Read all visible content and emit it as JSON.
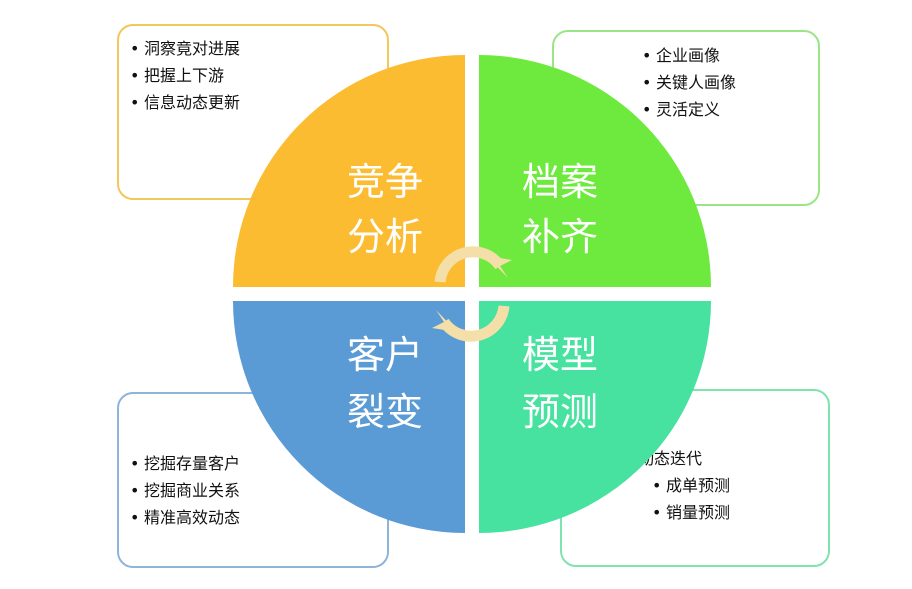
{
  "quadrants": {
    "top_left": {
      "line1": "竞争",
      "line2": "分析",
      "color": "#fbbc32"
    },
    "top_right": {
      "line1": "档案",
      "line2": "补齐",
      "color": "#6eea3f"
    },
    "bottom_left": {
      "line1": "客户",
      "line2": "裂变",
      "color": "#5b9bd5"
    },
    "bottom_right": {
      "line1": "模型",
      "line2": "预测",
      "color": "#47e2a0"
    }
  },
  "boxes": {
    "top_left": {
      "items": [
        "洞察竟对进展",
        "把握上下游",
        "信息动态更新"
      ],
      "bullet": true,
      "border": "#f2c75c"
    },
    "top_right": {
      "items": [
        "企业画像",
        "关键人画像",
        "灵活定义"
      ],
      "bullet": true,
      "border": "#9be587"
    },
    "bottom_left": {
      "items": [
        "挖掘存量客户",
        "挖掘商业关系",
        "精准高效动态"
      ],
      "bullet": true,
      "border": "#8fb4db"
    },
    "bottom_right": {
      "first": "动态迭代",
      "items": [
        "成单预测",
        "销量预测"
      ],
      "bullet": true,
      "border": "#7fe3b0"
    }
  },
  "bullet_char": "•"
}
